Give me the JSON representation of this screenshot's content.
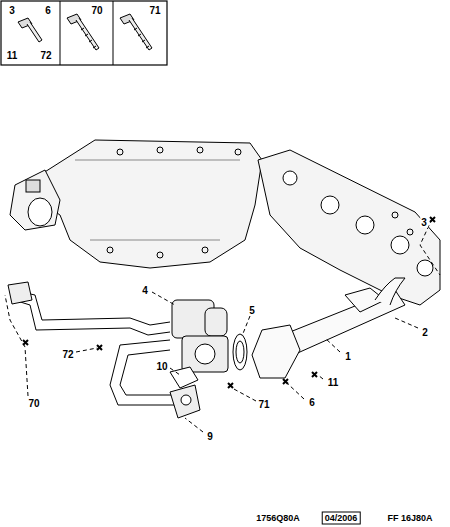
{
  "diagram": {
    "labels": [
      "3",
      "6",
      "11",
      "72",
      "70",
      "71",
      "3",
      "2",
      "1",
      "4",
      "5",
      "72",
      "70",
      "10",
      "71",
      "6",
      "11",
      "9",
      "1756Q80A",
      "04/2006",
      "FF 16J80A"
    ]
  }
}
